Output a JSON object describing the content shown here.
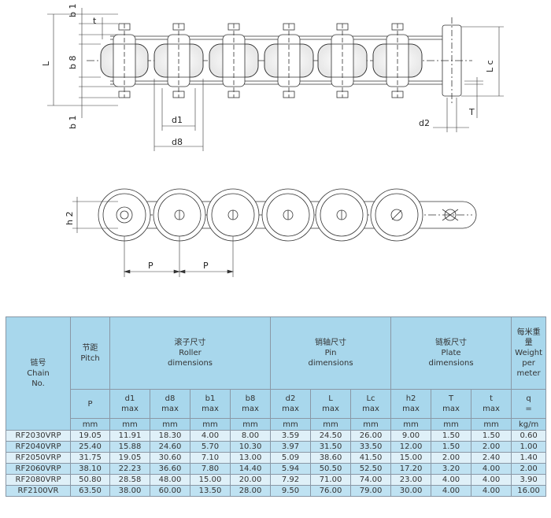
{
  "drawing": {
    "labels": {
      "b1_top": "b 1",
      "t": "t",
      "L": "L",
      "b8": "b 8",
      "b1_bottom": "b 1",
      "d1": "d1",
      "d8": "d8",
      "Lc": "L c",
      "d2": "d2",
      "T": "T",
      "h2": "h 2",
      "P1": "P",
      "P2": "P"
    }
  },
  "table": {
    "header": {
      "chain_no": {
        "zh": "链号",
        "en1": "Chain",
        "en2": "No."
      },
      "pitch": {
        "zh": "节距",
        "en": "Pitch"
      },
      "roller": {
        "zh": "滚子尺寸",
        "en1": "Roller",
        "en2": "dimensions"
      },
      "pin": {
        "zh": "销轴尺寸",
        "en1": "Pin",
        "en2": "dimensions"
      },
      "plate": {
        "zh": "链板尺寸",
        "en1": "Plate",
        "en2": "dimensions"
      },
      "weight": {
        "zh1": "每米重",
        "zh2": "量",
        "en1": "Weight",
        "en2": "per",
        "en3": "meter"
      }
    },
    "symbols": {
      "P": "P",
      "d1": "d1",
      "d8": "d8",
      "b1": "b1",
      "b8": "b8",
      "d2": "d2",
      "L": "L",
      "Lc": "Lc",
      "h2": "h2",
      "T": "T",
      "t": "t",
      "q": "q",
      "max": "max",
      "eq": "="
    },
    "units": {
      "mm": "mm",
      "kgm": "kg/m"
    },
    "rows": [
      {
        "no": "RF2030VRP",
        "p": "19.05",
        "d1": "11.91",
        "d8": "18.30",
        "b1": "4.00",
        "b8": "8.00",
        "d2": "3.59",
        "L": "24.50",
        "Lc": "26.00",
        "h2": "9.00",
        "T": "1.50",
        "t": "1.50",
        "q": "0.60"
      },
      {
        "no": "RF2040VRP",
        "p": "25.40",
        "d1": "15.88",
        "d8": "24.60",
        "b1": "5.70",
        "b8": "10.30",
        "d2": "3.97",
        "L": "31.50",
        "Lc": "33.50",
        "h2": "12.00",
        "T": "1.50",
        "t": "2.00",
        "q": "1.00"
      },
      {
        "no": "RF2050VRP",
        "p": "31.75",
        "d1": "19.05",
        "d8": "30.60",
        "b1": "7.10",
        "b8": "13.00",
        "d2": "5.09",
        "L": "38.60",
        "Lc": "41.50",
        "h2": "15.00",
        "T": "2.00",
        "t": "2.40",
        "q": "1.40"
      },
      {
        "no": "RF2060VRP",
        "p": "38.10",
        "d1": "22.23",
        "d8": "36.60",
        "b1": "7.80",
        "b8": "14.40",
        "d2": "5.94",
        "L": "50.50",
        "Lc": "52.50",
        "h2": "17.20",
        "T": "3.20",
        "t": "4.00",
        "q": "2.00"
      },
      {
        "no": "RF2080VRP",
        "p": "50.80",
        "d1": "28.58",
        "d8": "48.00",
        "b1": "15.00",
        "b8": "20.00",
        "d2": "7.92",
        "L": "71.00",
        "Lc": "74.00",
        "h2": "23.00",
        "T": "4.00",
        "t": "4.00",
        "q": "3.90"
      },
      {
        "no": "RF2100VR",
        "p": "63.50",
        "d1": "38.00",
        "d8": "60.00",
        "b1": "13.50",
        "b8": "28.00",
        "d2": "9.50",
        "L": "76.00",
        "Lc": "79.00",
        "h2": "30.00",
        "T": "4.00",
        "t": "4.00",
        "q": "16.00"
      }
    ]
  }
}
